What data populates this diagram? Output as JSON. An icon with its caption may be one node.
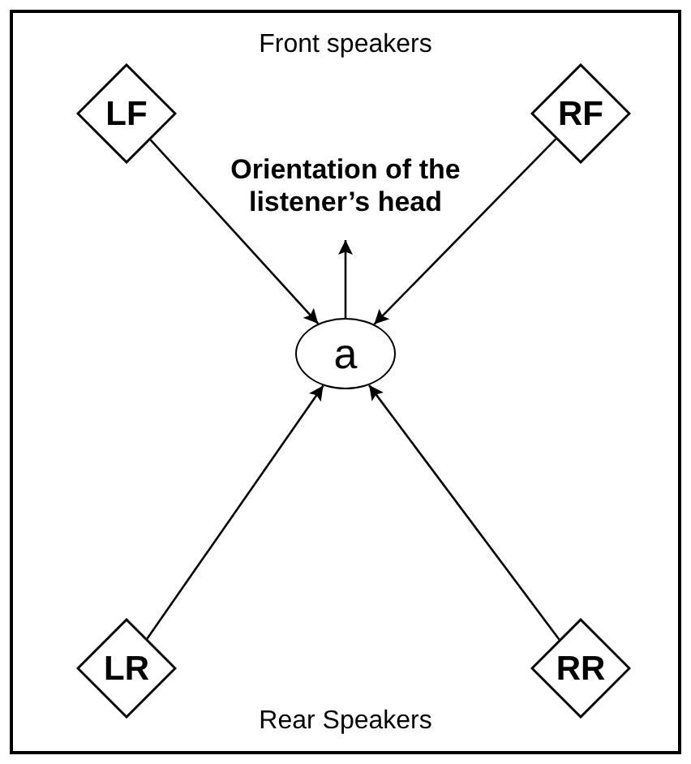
{
  "diagram": {
    "nodes": [
      {
        "text": [
          "LF"
        ]
      },
      {
        "text": [
          "Orientation of the listener’s head"
        ]
      },
      {
        "text": [
          "RF"
        ]
      },
      {
        "text": [
          "a"
        ]
      },
      {
        "text": [
          "LR"
        ]
      },
      {
        "text": [
          "RR"
        ]
      }
    ],
    "edges": [
      {
        "from": 0,
        "to": 3,
        "arrow": "to"
      },
      {
        "from": 2,
        "to": 3,
        "arrow": "to"
      },
      {
        "from": 4,
        "to": 3,
        "arrow": "to"
      },
      {
        "from": 5,
        "to": 3,
        "arrow": "to"
      },
      {
        "from": 3,
        "to": 1,
        "arrow": "to"
      }
    ],
    "labels": [
      "Front speakers",
      "Rear Speakers"
    ]
  }
}
